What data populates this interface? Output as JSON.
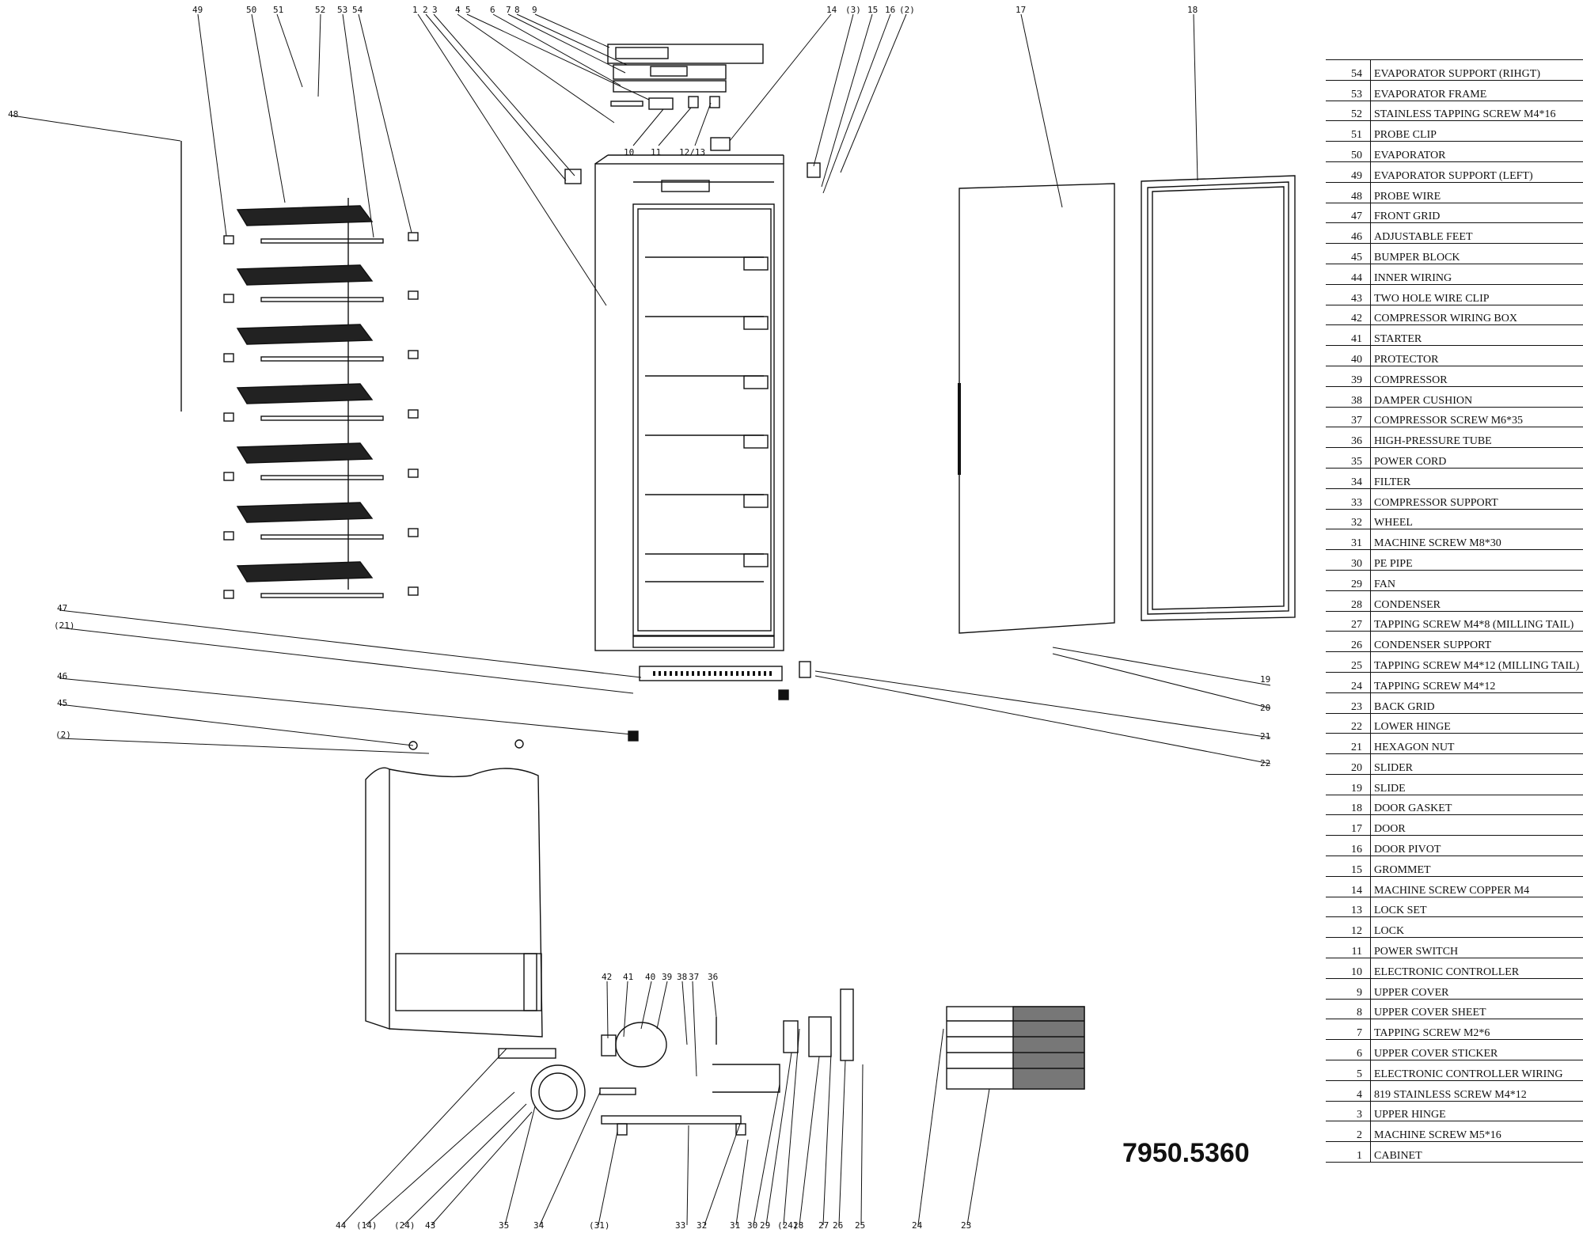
{
  "model_number": "7950.5360",
  "parts_list": [
    {
      "no": "54",
      "name": "EVAPORATOR SUPPORT (RIHGT)"
    },
    {
      "no": "53",
      "name": "EVAPORATOR FRAME"
    },
    {
      "no": "52",
      "name": "STAINLESS TAPPING SCREW M4*16"
    },
    {
      "no": "51",
      "name": "PROBE CLIP"
    },
    {
      "no": "50",
      "name": "EVAPORATOR"
    },
    {
      "no": "49",
      "name": "EVAPORATOR SUPPORT (LEFT)"
    },
    {
      "no": "48",
      "name": "PROBE WIRE"
    },
    {
      "no": "47",
      "name": "FRONT GRID"
    },
    {
      "no": "46",
      "name": "ADJUSTABLE FEET"
    },
    {
      "no": "45",
      "name": "BUMPER BLOCK"
    },
    {
      "no": "44",
      "name": "INNER WIRING"
    },
    {
      "no": "43",
      "name": "TWO HOLE WIRE CLIP"
    },
    {
      "no": "42",
      "name": "COMPRESSOR WIRING BOX"
    },
    {
      "no": "41",
      "name": "STARTER"
    },
    {
      "no": "40",
      "name": "PROTECTOR"
    },
    {
      "no": "39",
      "name": "COMPRESSOR"
    },
    {
      "no": "38",
      "name": "DAMPER CUSHION"
    },
    {
      "no": "37",
      "name": "COMPRESSOR SCREW M6*35"
    },
    {
      "no": "36",
      "name": "HIGH-PRESSURE TUBE"
    },
    {
      "no": "35",
      "name": "POWER CORD"
    },
    {
      "no": "34",
      "name": "FILTER"
    },
    {
      "no": "33",
      "name": "COMPRESSOR SUPPORT"
    },
    {
      "no": "32",
      "name": "WHEEL"
    },
    {
      "no": "31",
      "name": "MACHINE SCREW M8*30"
    },
    {
      "no": "30",
      "name": "PE PIPE"
    },
    {
      "no": "29",
      "name": "FAN"
    },
    {
      "no": "28",
      "name": "CONDENSER"
    },
    {
      "no": "27",
      "name": "TAPPING SCREW M4*8 (MILLING TAIL)"
    },
    {
      "no": "26",
      "name": "CONDENSER SUPPORT"
    },
    {
      "no": "25",
      "name": "TAPPING SCREW M4*12 (MILLING TAIL)"
    },
    {
      "no": "24",
      "name": "TAPPING SCREW M4*12"
    },
    {
      "no": "23",
      "name": "BACK GRID"
    },
    {
      "no": "22",
      "name": "LOWER HINGE"
    },
    {
      "no": "21",
      "name": "HEXAGON NUT"
    },
    {
      "no": "20",
      "name": "SLIDER"
    },
    {
      "no": "19",
      "name": "SLIDE"
    },
    {
      "no": "18",
      "name": "DOOR GASKET"
    },
    {
      "no": "17",
      "name": "DOOR"
    },
    {
      "no": "16",
      "name": "DOOR PIVOT"
    },
    {
      "no": "15",
      "name": "GROMMET"
    },
    {
      "no": "14",
      "name": "MACHINE SCREW COPPER M4"
    },
    {
      "no": "13",
      "name": "LOCK SET"
    },
    {
      "no": "12",
      "name": "LOCK"
    },
    {
      "no": "11",
      "name": "POWER SWITCH"
    },
    {
      "no": "10",
      "name": "ELECTRONIC CONTROLLER"
    },
    {
      "no": "9",
      "name": "UPPER COVER"
    },
    {
      "no": "8",
      "name": "UPPER COVER SHEET"
    },
    {
      "no": "7",
      "name": "TAPPING SCREW M2*6"
    },
    {
      "no": "6",
      "name": "UPPER COVER STICKER"
    },
    {
      "no": "5",
      "name": "ELECTRONIC CONTROLLER WIRING"
    },
    {
      "no": "4",
      "name": "819 STAINLESS SCREW M4*12"
    },
    {
      "no": "3",
      "name": "UPPER HINGE"
    },
    {
      "no": "2",
      "name": "MACHINE SCREW M5*16"
    },
    {
      "no": "1",
      "name": "CABINET"
    }
  ],
  "callouts": {
    "c1": "1",
    "c2": "2",
    "c3": "3",
    "c4": "4",
    "c5": "5",
    "c6": "6",
    "c7": "7",
    "c8": "8",
    "c9": "9",
    "c10": "10",
    "c11": "11",
    "c12_13": "12/13",
    "c14": "14",
    "c3p": "(3)",
    "c15": "15",
    "c16": "16",
    "c2p": "(2)",
    "c17": "17",
    "c18": "18",
    "c19": "19",
    "c20": "20",
    "c21": "21",
    "c22": "22",
    "c47": "47",
    "c21p": "(21)",
    "c46": "46",
    "c45": "45",
    "c2p_b": "(2)",
    "c48": "48",
    "c49": "49",
    "c50": "50",
    "c51": "51",
    "c52": "52",
    "c53": "53",
    "c54": "54",
    "c42": "42",
    "c41": "41",
    "c40": "40",
    "c39": "39",
    "c38": "38",
    "c37": "37",
    "c36": "36",
    "c44": "44",
    "c14p": "(14)",
    "c24p": "(24)",
    "c43": "43",
    "c35": "35",
    "c34": "34",
    "c31p": "(31)",
    "c33": "33",
    "c32": "32",
    "c31": "31",
    "c30": "30",
    "c29": "29",
    "c24p_b": "(24)",
    "c28": "28",
    "c27": "27",
    "c26": "26",
    "c25": "25",
    "c24": "24",
    "c23": "23"
  }
}
